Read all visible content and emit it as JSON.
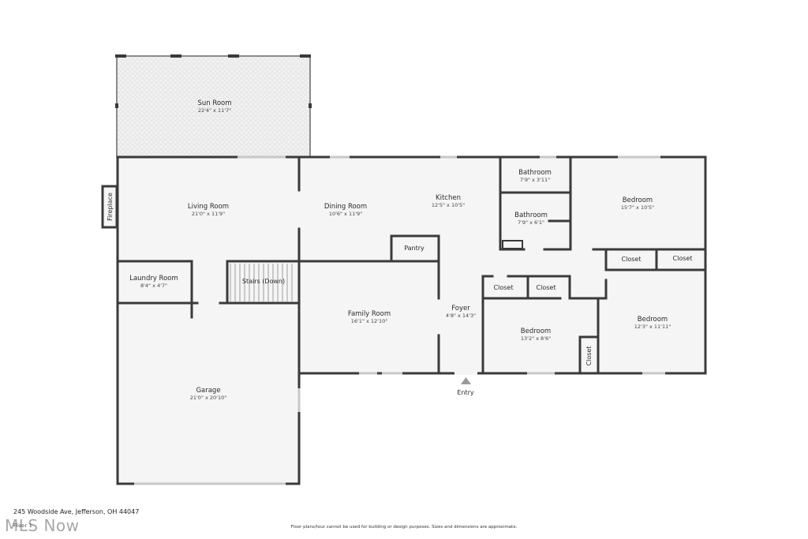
{
  "rooms": {
    "sun_room": {
      "name": "Sun Room",
      "dim": "22'4\" x 11'7\""
    },
    "living_room": {
      "name": "Living Room",
      "dim": "21'0\" x 11'9\""
    },
    "dining_room": {
      "name": "Dining Room",
      "dim": "10'6\" x 11'9\""
    },
    "kitchen": {
      "name": "Kitchen",
      "dim": "12'5\" x 10'5\""
    },
    "bathroom_1": {
      "name": "Bathroom",
      "dim": "7'9\" x 3'11\""
    },
    "bathroom_2": {
      "name": "Bathroom",
      "dim": "7'9\" x 6'1\""
    },
    "bedroom_1": {
      "name": "Bedroom",
      "dim": "15'7\" x 10'5\""
    },
    "bedroom_2": {
      "name": "Bedroom",
      "dim": "13'2\" x 8'6\""
    },
    "bedroom_3": {
      "name": "Bedroom",
      "dim": "12'3\" x 11'11\""
    },
    "laundry_room": {
      "name": "Laundry Room",
      "dim": "8'4\" x 4'7\""
    },
    "family_room": {
      "name": "Family Room",
      "dim": "16'1\" x 12'10\""
    },
    "foyer": {
      "name": "Foyer",
      "dim": "4'8\" x 14'3\""
    },
    "garage": {
      "name": "Garage",
      "dim": "21'0\" x 20'10\""
    }
  },
  "labels": {
    "fireplace": "Fireplace",
    "pantry": "Pantry",
    "stairs": "Stairs (Down)",
    "closet": "Closet",
    "entry": "Entry"
  },
  "footer": {
    "address": "245 Woodside Ave, Jefferson, OH 44047",
    "floor": "Floor 1",
    "disclaimer": "Floor plans/tour cannot be used for building or design purposes. Sizes and dimensions are approximate.",
    "watermark": "MLS Now"
  },
  "colors": {
    "wall": "#3a3a3a",
    "floor": "#f5f5f5",
    "window": "#c8c8c8"
  }
}
